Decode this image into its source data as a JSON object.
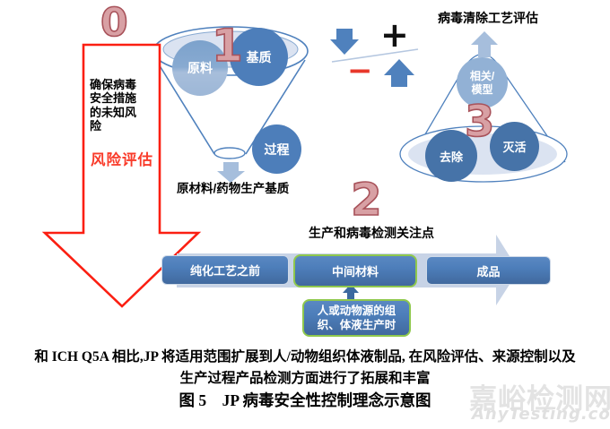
{
  "colors": {
    "steel_blue": "#4d7eba",
    "light_blue_arrow": "#a6bedc",
    "pale_fill": "#dbe3f1",
    "timeline_band": "#c7d3e6",
    "red_accent": "#fb1f12",
    "number_pink": "#d8a0a4",
    "green_border": "#8fc84d"
  },
  "numbers": {
    "n0": "0",
    "n1": "1",
    "n2": "2",
    "n3": "3"
  },
  "left_arrow": {
    "text": "确保病毒安全措施的未知风险",
    "label": "风险评估"
  },
  "funnel": {
    "circle_raw": "原料",
    "circle_matrix": "基质",
    "circle_process": "过程",
    "caption": "原材料/药物生产基质"
  },
  "balance": {
    "plus": "+",
    "minus": "−"
  },
  "clearance": {
    "title": "病毒清除工艺评估",
    "top_line1": "相关/",
    "top_line2": "模型",
    "circle_removal": "去除",
    "circle_inactivation": "灭活"
  },
  "timeline": {
    "title": "生产和病毒检测关注点",
    "stage1": "纯化工艺之前",
    "stage2": "中间材料",
    "stage3": "成品",
    "note_line1": "人或动物源的组",
    "note_line2": "织、体液生产时"
  },
  "footer": {
    "line1": "和 ICH Q5A 相比,JP 将适用范围扩展到人/动物组织体液制品, 在风险评估、来源控制以及",
    "line2": "生产过程产品检测方面进行了拓展和丰富",
    "caption": "图 5　JP 病毒安全性控制理念示意图"
  },
  "watermark": {
    "cn": "嘉峪检测网",
    "en": "AnyTesting.com"
  }
}
